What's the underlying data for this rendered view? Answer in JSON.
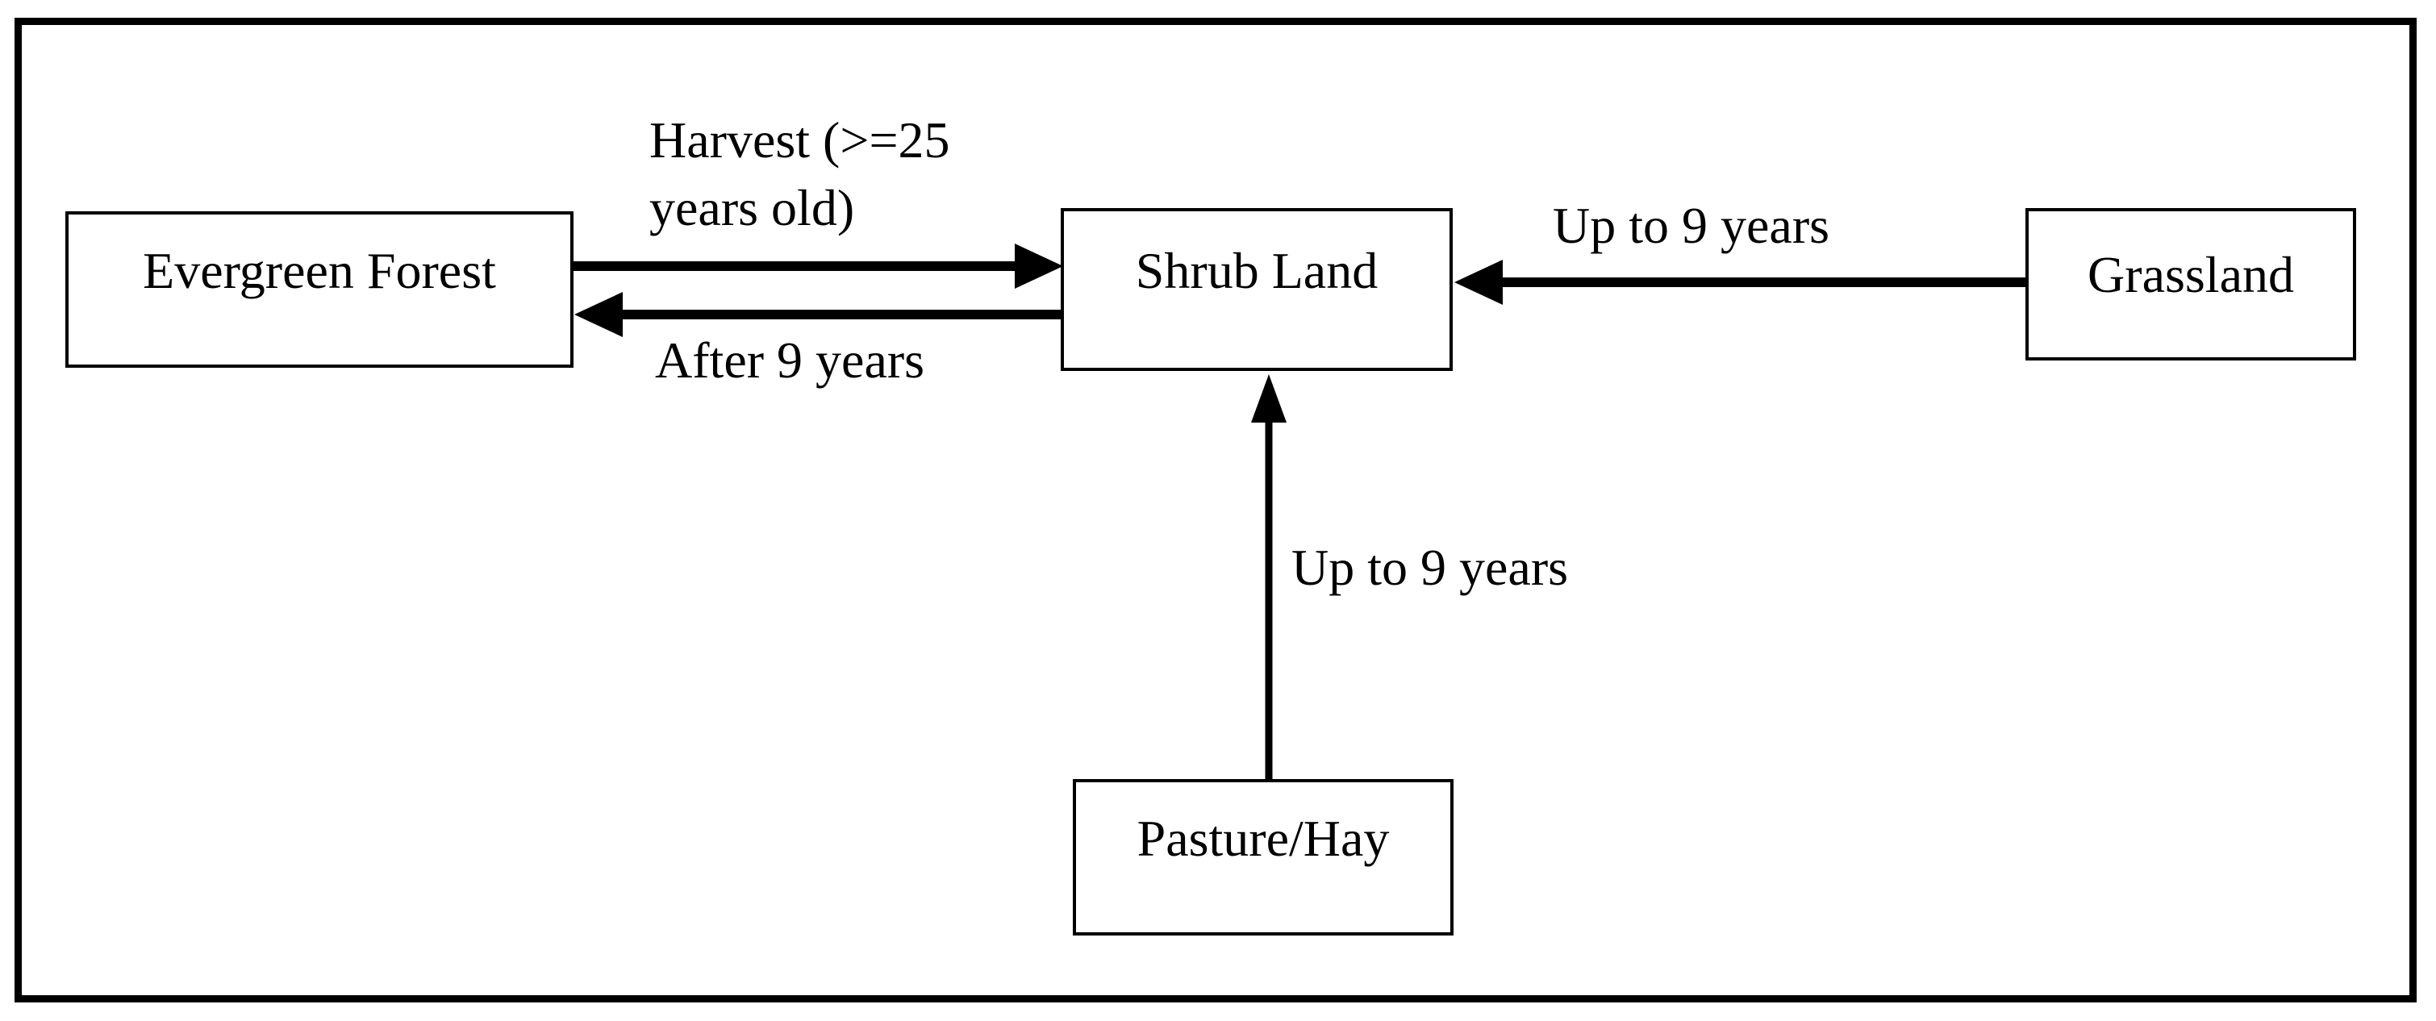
{
  "diagram": {
    "description": "Land cover transition flow diagram",
    "colors": {
      "stroke": "#000000",
      "background": "#ffffff"
    },
    "nodes": {
      "evergreen_forest": {
        "label": "Evergreen Forest"
      },
      "shrub_land": {
        "label": "Shrub Land"
      },
      "grassland": {
        "label": "Grassland"
      },
      "pasture_hay": {
        "label": "Pasture/Hay"
      }
    },
    "edges": {
      "harvest": {
        "label": "Harvest (>=25\nyears old)",
        "from": "Evergreen Forest",
        "to": "Shrub Land"
      },
      "after_9_years": {
        "label": "After 9 years",
        "from": "Shrub Land",
        "to": "Evergreen Forest"
      },
      "grassland_to_shrub": {
        "label": "Up to 9 years",
        "from": "Grassland",
        "to": "Shrub Land"
      },
      "pasture_to_shrub": {
        "label": "Up to 9 years",
        "from": "Pasture/Hay",
        "to": "Shrub Land"
      }
    }
  }
}
